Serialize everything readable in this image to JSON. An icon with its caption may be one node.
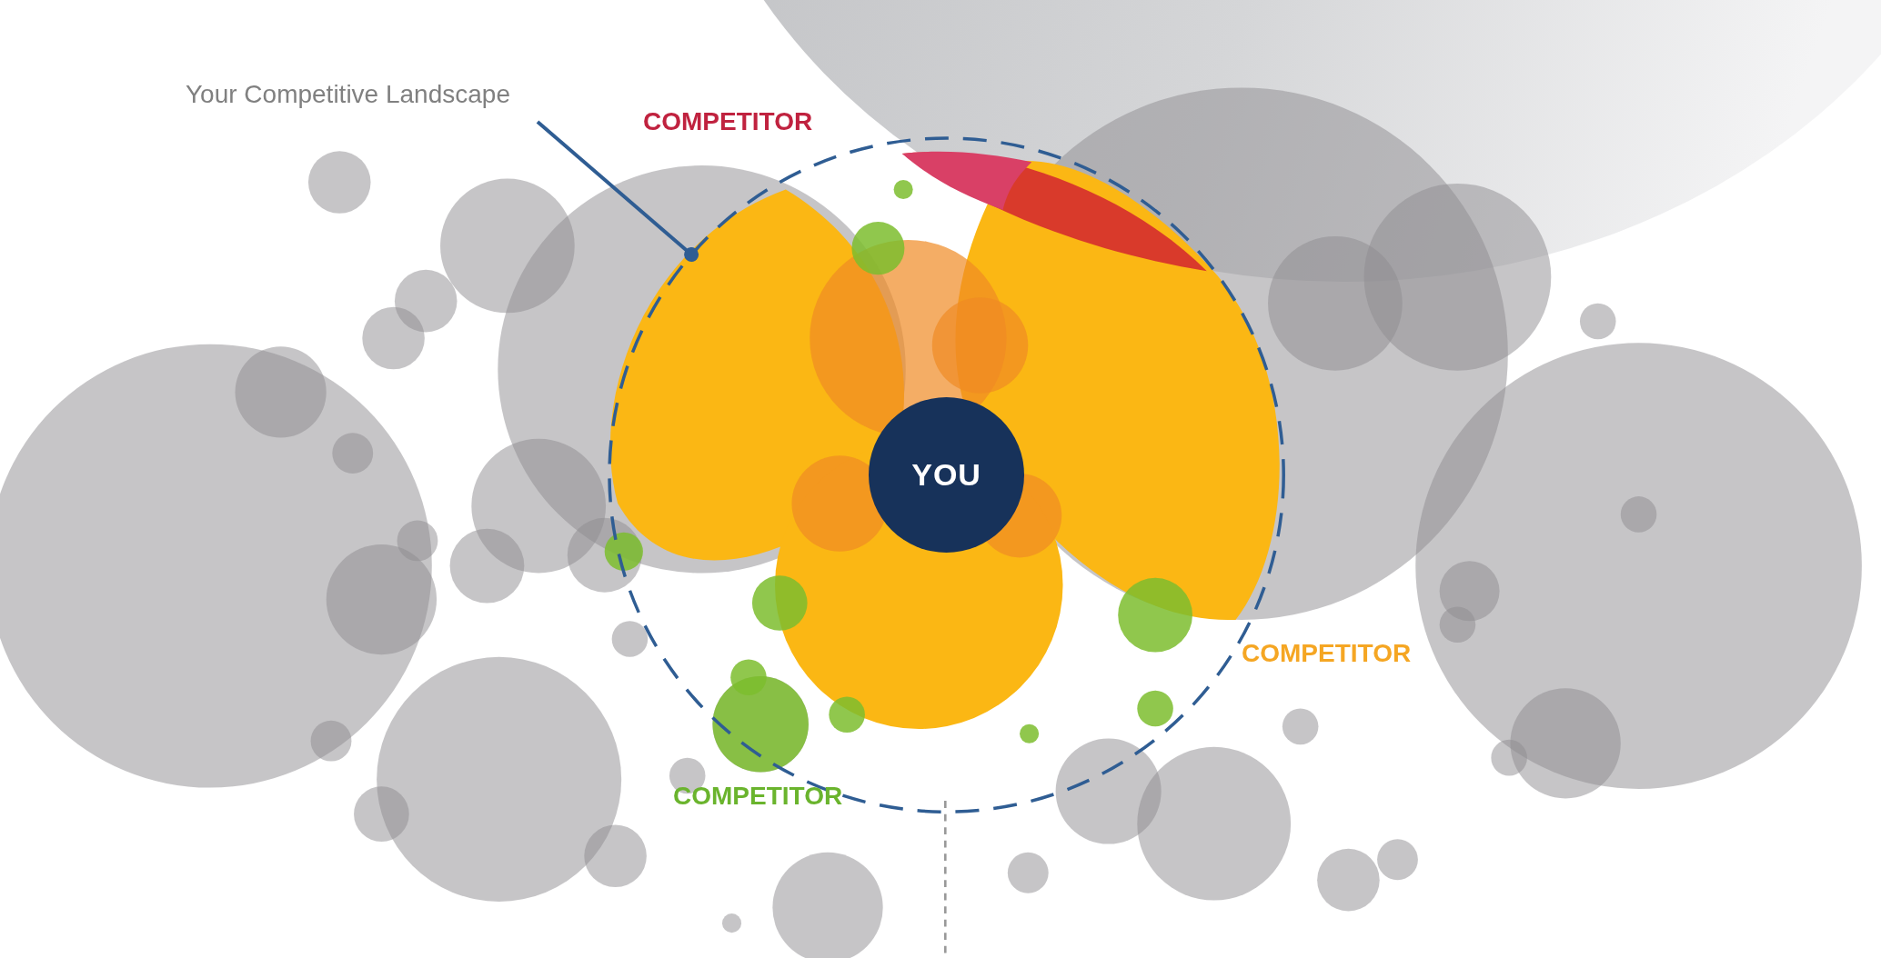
{
  "diagram": {
    "nodes": [
      {
        "text": [
          "Your Competitive Landscape"
        ]
      },
      {
        "text": [],
        "shape": "circle"
      },
      {
        "text": [
          "YOU"
        ],
        "in": 1
      }
    ],
    "edges": [
      {
        "from": 0,
        "to": 1,
        "arrow": "other"
      }
    ],
    "labels": [
      "COMPETITOR",
      "COMPETITOR",
      "COMPETITOR"
    ]
  }
}
